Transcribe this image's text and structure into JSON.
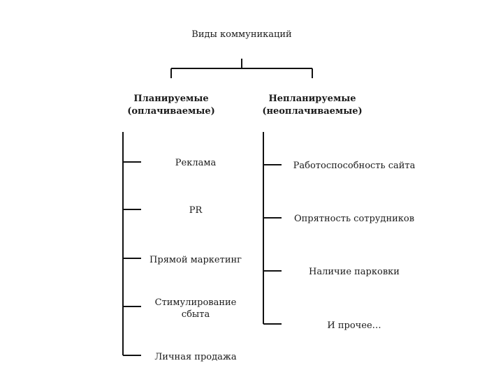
{
  "diagram": {
    "title": "Виды коммуникаций",
    "left_branch": {
      "heading_line1": "Планируемые",
      "heading_line2": "(оплачиваемые)",
      "items": [
        {
          "line1": "Реклама",
          "line2": ""
        },
        {
          "line1": "PR",
          "line2": ""
        },
        {
          "line1": "Прямой маркетинг",
          "line2": ""
        },
        {
          "line1": "Стимулирование",
          "line2": "сбыта"
        },
        {
          "line1": "Личная продажа",
          "line2": ""
        }
      ]
    },
    "right_branch": {
      "heading_line1": "Непланируемые",
      "heading_line2": "(неоплачиваемые)",
      "items": [
        {
          "line1": "Работоспособность сайта",
          "line2": ""
        },
        {
          "line1": "Опрятность сотрудников",
          "line2": ""
        },
        {
          "line1": "Наличие парковки",
          "line2": ""
        },
        {
          "line1": "И прочее…",
          "line2": ""
        }
      ]
    },
    "line_color": "#111111"
  }
}
